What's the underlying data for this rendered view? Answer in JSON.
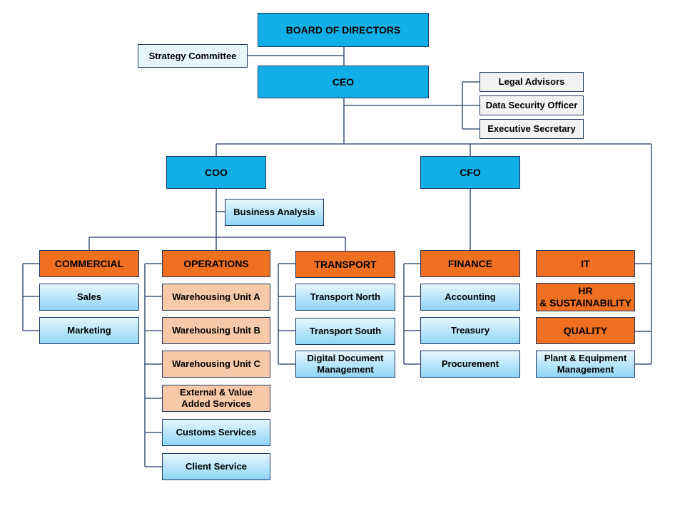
{
  "board": "BOARD OF DIRECTORS",
  "strategy_committee": "Strategy Committee",
  "ceo": "CEO",
  "staff": {
    "legal": "Legal Advisors",
    "data_security": "Data Security Officer",
    "exec_secretary": "Executive Secretary"
  },
  "coo": "COO",
  "cfo": "CFO",
  "business_analysis": "Business Analysis",
  "departments": {
    "commercial": {
      "title": "COMMERCIAL",
      "units": [
        "Sales",
        "Marketing"
      ]
    },
    "operations": {
      "title": "OPERATIONS",
      "units": [
        "Warehousing Unit A",
        "Warehousing Unit B",
        "Warehousing Unit C",
        "External & Value\nAdded Services",
        "Customs Services",
        "Client Service"
      ]
    },
    "transport": {
      "title": "TRANSPORT",
      "units": [
        "Transport North",
        "Transport South",
        "Digital Document\nManagement"
      ]
    },
    "finance": {
      "title": "FINANCE",
      "units": [
        "Accounting",
        "Treasury",
        "Procurement"
      ]
    },
    "it_column": {
      "it": "IT",
      "hr": "HR\n& SUSTAINABILITY",
      "quality": "QUALITY",
      "plant": "Plant & Equipment\nManagement"
    }
  },
  "colors": {
    "executive": "#12afe6",
    "department": "#f07021",
    "operations_unit": "#f7c9a9",
    "line": "#1f3864"
  }
}
